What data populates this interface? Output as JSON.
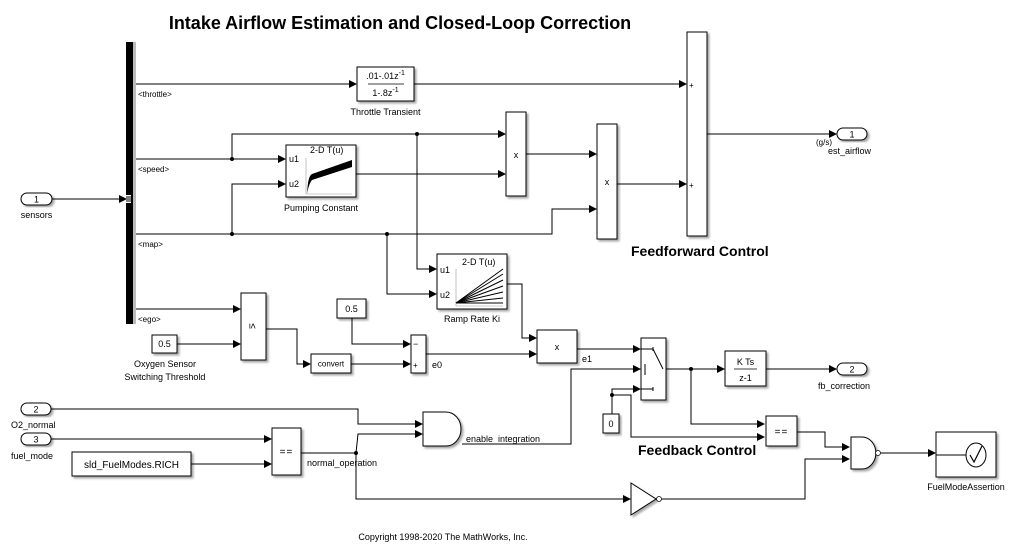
{
  "title": "Intake Airflow Estimation and Closed-Loop Correction",
  "sections": {
    "feedforward": "Feedforward Control",
    "feedback": "Feedback Control"
  },
  "copyright": "Copyright 1998-2020 The MathWorks, Inc.",
  "inports": [
    {
      "number": "1",
      "name": "sensors"
    },
    {
      "number": "2",
      "name": "O2_normal"
    },
    {
      "number": "3",
      "name": "fuel_mode"
    }
  ],
  "outports": [
    {
      "number": "1",
      "name": "est_airflow",
      "unit": "(g/s)"
    },
    {
      "number": "2",
      "name": "fb_correction"
    }
  ],
  "bus_signals": [
    "<throttle>",
    "<speed>",
    "<map>",
    "<ego>"
  ],
  "blocks": {
    "throttle_transient": {
      "name": "Throttle Transient",
      "num": ".01-.01z",
      "num_exp": "-1",
      "den": "1-.8z",
      "den_exp": "-1"
    },
    "pumping_constant": {
      "name": "Pumping Constant",
      "title": "2-D T(u)",
      "in1": "u1",
      "in2": "u2"
    },
    "ramp_rate_ki": {
      "name": "Ramp Rate Ki",
      "title": "2-D T(u)",
      "in1": "u1",
      "in2": "u2"
    },
    "product1": {
      "op": "x"
    },
    "product2": {
      "op": "x"
    },
    "product3": {
      "op": "x"
    },
    "sum": {
      "in1": "+",
      "in2": "+"
    },
    "o2_threshold": {
      "name_line1": "Oxygen Sensor",
      "name_line2": "Switching Threshold",
      "value": "0.5"
    },
    "compare_le": {
      "op": "≤"
    },
    "convert": {
      "label": "convert"
    },
    "const_05": {
      "value": "0.5"
    },
    "sum_e0": {
      "in1": "−",
      "in2": "+"
    },
    "const_0": {
      "value": "0"
    },
    "integrator": {
      "num": "K Ts",
      "den": "z-1"
    },
    "equal1": {
      "op": "=="
    },
    "equal2": {
      "op": "=="
    },
    "rich_const": {
      "value": "sld_FuelModes.RICH"
    },
    "assertion": {
      "name": "FuelModeAssertion",
      "symbol": "✓"
    }
  },
  "signal_labels": {
    "e0": "e0",
    "e1": "e1",
    "enable_integration": "enable_integration",
    "normal_operation": "normal_operation"
  }
}
